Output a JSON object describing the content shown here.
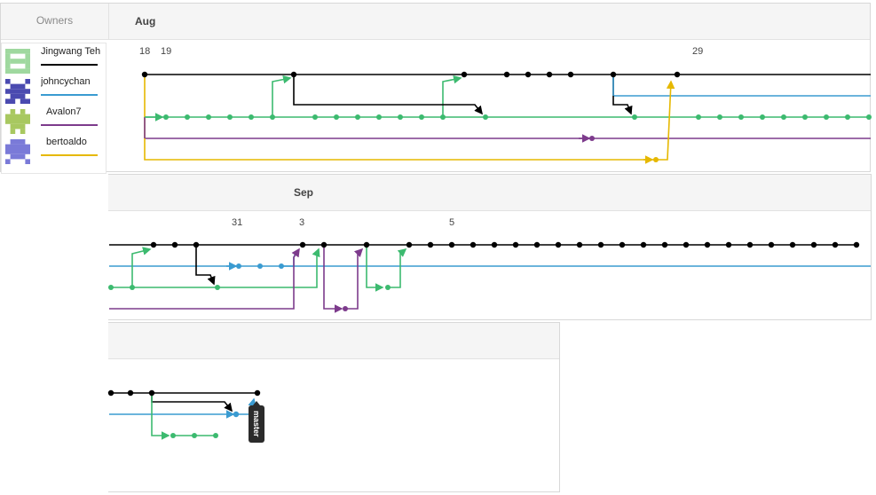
{
  "owners_header": "Owners",
  "owners": [
    {
      "name": "Jingwang Teh",
      "color": "#000000",
      "avatar_color": "#9fd89f",
      "avatar_icon": "identicon-icon"
    },
    {
      "name": "johncychan",
      "color": "#3a9bd1",
      "avatar_color": "#4a4ab0",
      "avatar_icon": "identicon-icon"
    },
    {
      "name": "Avalon7",
      "color": "#7d3b8c",
      "avatar_color": "#a8c860",
      "avatar_icon": "identicon-icon"
    },
    {
      "name": "bertoaldo",
      "color": "#e6b800",
      "avatar_color": "#7a7ad8",
      "avatar_icon": "identicon-icon"
    }
  ],
  "panels": [
    {
      "month": "Aug",
      "days": [
        "18",
        "19",
        "29"
      ]
    },
    {
      "month": "Sep",
      "days": [
        "31",
        "3",
        "5"
      ]
    },
    {
      "month": "",
      "days": []
    }
  ],
  "branch_tag": "master",
  "colors": {
    "master": "#000000",
    "john": "#3a9bd1",
    "green": "#3cba6f",
    "purple": "#7d3b8c",
    "yellow": "#e6b800"
  }
}
